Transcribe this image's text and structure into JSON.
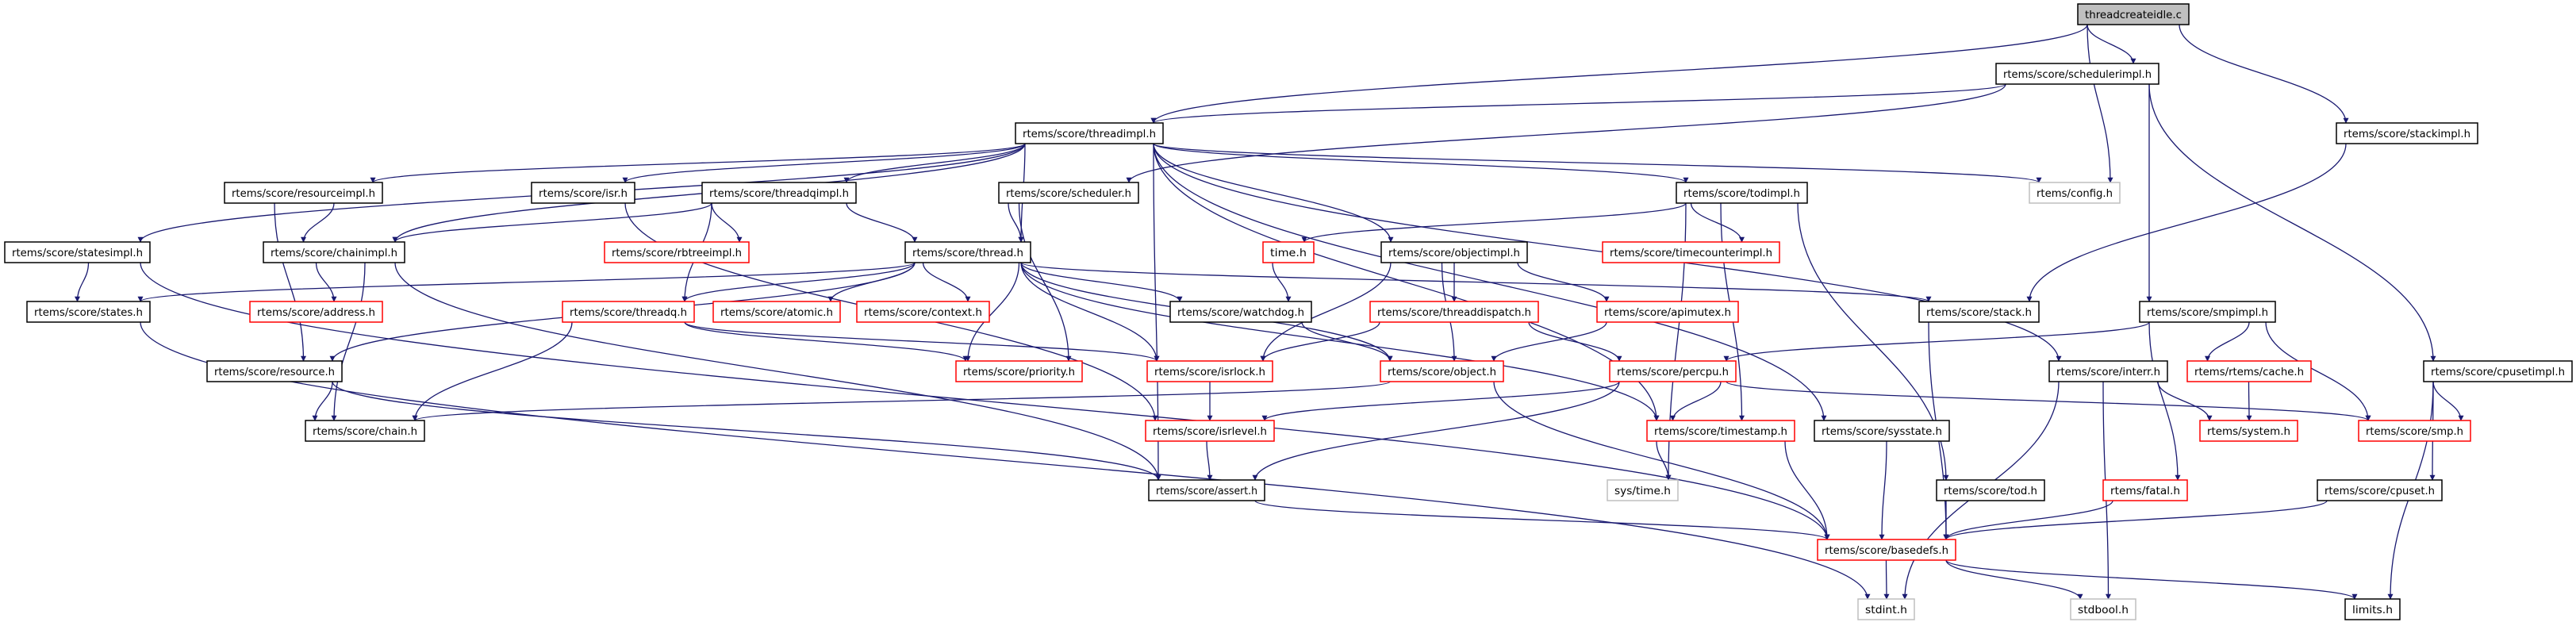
{
  "graph": {
    "colors": {
      "edge": "#191970",
      "normal_border": "#000000",
      "missing_border": "#ff0000",
      "external_border": "#bfbfbf",
      "root_fill": "#bfbfbf"
    },
    "nodes": [
      {
        "id": "root",
        "label": "threadcreateidle.c",
        "kind": "root"
      },
      {
        "id": "schedulerimpl",
        "label": "rtems/score/schedulerimpl.h",
        "kind": "normal"
      },
      {
        "id": "threadimpl",
        "label": "rtems/score/threadimpl.h",
        "kind": "normal"
      },
      {
        "id": "stackimpl",
        "label": "rtems/score/stackimpl.h",
        "kind": "normal"
      },
      {
        "id": "resourceimpl",
        "label": "rtems/score/resourceimpl.h",
        "kind": "normal"
      },
      {
        "id": "isr",
        "label": "rtems/score/isr.h",
        "kind": "normal"
      },
      {
        "id": "threadqimpl",
        "label": "rtems/score/threadqimpl.h",
        "kind": "normal"
      },
      {
        "id": "scheduler",
        "label": "rtems/score/scheduler.h",
        "kind": "normal"
      },
      {
        "id": "todimpl",
        "label": "rtems/score/todimpl.h",
        "kind": "normal"
      },
      {
        "id": "config",
        "label": "rtems/config.h",
        "kind": "external"
      },
      {
        "id": "statesimpl",
        "label": "rtems/score/statesimpl.h",
        "kind": "normal"
      },
      {
        "id": "chainimpl",
        "label": "rtems/score/chainimpl.h",
        "kind": "normal"
      },
      {
        "id": "rbtreeimpl",
        "label": "rtems/score/rbtreeimpl.h",
        "kind": "missing"
      },
      {
        "id": "thread",
        "label": "rtems/score/thread.h",
        "kind": "normal"
      },
      {
        "id": "time",
        "label": "time.h",
        "kind": "missing"
      },
      {
        "id": "objectimpl",
        "label": "rtems/score/objectimpl.h",
        "kind": "normal"
      },
      {
        "id": "timecounterimpl",
        "label": "rtems/score/timecounterimpl.h",
        "kind": "missing"
      },
      {
        "id": "states",
        "label": "rtems/score/states.h",
        "kind": "normal"
      },
      {
        "id": "address",
        "label": "rtems/score/address.h",
        "kind": "missing"
      },
      {
        "id": "threadq",
        "label": "rtems/score/threadq.h",
        "kind": "missing"
      },
      {
        "id": "atomic",
        "label": "rtems/score/atomic.h",
        "kind": "missing"
      },
      {
        "id": "context",
        "label": "rtems/score/context.h",
        "kind": "missing"
      },
      {
        "id": "watchdog",
        "label": "rtems/score/watchdog.h",
        "kind": "normal"
      },
      {
        "id": "threaddispatch",
        "label": "rtems/score/threaddispatch.h",
        "kind": "missing"
      },
      {
        "id": "apimutex",
        "label": "rtems/score/apimutex.h",
        "kind": "missing"
      },
      {
        "id": "stack",
        "label": "rtems/score/stack.h",
        "kind": "normal"
      },
      {
        "id": "smpimpl",
        "label": "rtems/score/smpimpl.h",
        "kind": "normal"
      },
      {
        "id": "resource",
        "label": "rtems/score/resource.h",
        "kind": "normal"
      },
      {
        "id": "priority",
        "label": "rtems/score/priority.h",
        "kind": "missing"
      },
      {
        "id": "isrlock",
        "label": "rtems/score/isrlock.h",
        "kind": "missing"
      },
      {
        "id": "object",
        "label": "rtems/score/object.h",
        "kind": "missing"
      },
      {
        "id": "percpu",
        "label": "rtems/score/percpu.h",
        "kind": "missing"
      },
      {
        "id": "interr",
        "label": "rtems/score/interr.h",
        "kind": "normal"
      },
      {
        "id": "cache",
        "label": "rtems/rtems/cache.h",
        "kind": "missing"
      },
      {
        "id": "cpusetimpl",
        "label": "rtems/score/cpusetimpl.h",
        "kind": "normal"
      },
      {
        "id": "chain",
        "label": "rtems/score/chain.h",
        "kind": "normal"
      },
      {
        "id": "isrlevel",
        "label": "rtems/score/isrlevel.h",
        "kind": "missing"
      },
      {
        "id": "timestamp",
        "label": "rtems/score/timestamp.h",
        "kind": "missing"
      },
      {
        "id": "sysstate",
        "label": "rtems/score/sysstate.h",
        "kind": "normal"
      },
      {
        "id": "system",
        "label": "rtems/system.h",
        "kind": "missing"
      },
      {
        "id": "smp",
        "label": "rtems/score/smp.h",
        "kind": "missing"
      },
      {
        "id": "assert",
        "label": "rtems/score/assert.h",
        "kind": "normal"
      },
      {
        "id": "systime",
        "label": "sys/time.h",
        "kind": "external"
      },
      {
        "id": "tod",
        "label": "rtems/score/tod.h",
        "kind": "normal"
      },
      {
        "id": "fatal",
        "label": "rtems/fatal.h",
        "kind": "missing"
      },
      {
        "id": "cpuset",
        "label": "rtems/score/cpuset.h",
        "kind": "normal"
      },
      {
        "id": "basedefs",
        "label": "rtems/score/basedefs.h",
        "kind": "missing"
      },
      {
        "id": "stdint",
        "label": "stdint.h",
        "kind": "external"
      },
      {
        "id": "stdbool",
        "label": "stdbool.h",
        "kind": "external"
      },
      {
        "id": "limits",
        "label": "limits.h",
        "kind": "normal"
      }
    ],
    "edges": [
      [
        "root",
        "threadimpl"
      ],
      [
        "root",
        "schedulerimpl"
      ],
      [
        "root",
        "config"
      ],
      [
        "root",
        "stackimpl"
      ],
      [
        "schedulerimpl",
        "threadimpl"
      ],
      [
        "schedulerimpl",
        "scheduler"
      ],
      [
        "schedulerimpl",
        "smpimpl"
      ],
      [
        "schedulerimpl",
        "cpusetimpl"
      ],
      [
        "stackimpl",
        "stack"
      ],
      [
        "threadimpl",
        "statesimpl"
      ],
      [
        "threadimpl",
        "resourceimpl"
      ],
      [
        "threadimpl",
        "chainimpl"
      ],
      [
        "threadimpl",
        "isr"
      ],
      [
        "threadimpl",
        "threadqimpl"
      ],
      [
        "threadimpl",
        "assert"
      ],
      [
        "threadimpl",
        "thread"
      ],
      [
        "threadimpl",
        "objectimpl"
      ],
      [
        "threadimpl",
        "todimpl"
      ],
      [
        "threadimpl",
        "config"
      ],
      [
        "threadimpl",
        "sysstate"
      ],
      [
        "threadimpl",
        "interr"
      ],
      [
        "threadimpl",
        "timestamp"
      ],
      [
        "threadqimpl",
        "chainimpl"
      ],
      [
        "threadqimpl",
        "rbtreeimpl"
      ],
      [
        "threadqimpl",
        "threadq"
      ],
      [
        "threadqimpl",
        "thread"
      ],
      [
        "resourceimpl",
        "chainimpl"
      ],
      [
        "resourceimpl",
        "resource"
      ],
      [
        "isr",
        "isrlevel"
      ],
      [
        "scheduler",
        "thread"
      ],
      [
        "scheduler",
        "priority"
      ],
      [
        "todimpl",
        "time"
      ],
      [
        "todimpl",
        "timecounterimpl"
      ],
      [
        "todimpl",
        "systime"
      ],
      [
        "todimpl",
        "timestamp"
      ],
      [
        "todimpl",
        "tod"
      ],
      [
        "statesimpl",
        "states"
      ],
      [
        "statesimpl",
        "basedefs"
      ],
      [
        "chainimpl",
        "address"
      ],
      [
        "chainimpl",
        "chain"
      ],
      [
        "chainimpl",
        "assert"
      ],
      [
        "thread",
        "states"
      ],
      [
        "thread",
        "resource"
      ],
      [
        "thread",
        "threadq"
      ],
      [
        "thread",
        "atomic"
      ],
      [
        "thread",
        "context"
      ],
      [
        "thread",
        "priority"
      ],
      [
        "thread",
        "isrlock"
      ],
      [
        "thread",
        "watchdog"
      ],
      [
        "thread",
        "object"
      ],
      [
        "thread",
        "stack"
      ],
      [
        "thread",
        "timestamp"
      ],
      [
        "time",
        "watchdog"
      ],
      [
        "objectimpl",
        "isrlock"
      ],
      [
        "objectimpl",
        "threaddispatch"
      ],
      [
        "objectimpl",
        "apimutex"
      ],
      [
        "objectimpl",
        "object"
      ],
      [
        "threaddispatch",
        "isrlock"
      ],
      [
        "threaddispatch",
        "percpu"
      ],
      [
        "apimutex",
        "object"
      ],
      [
        "watchdog",
        "object"
      ],
      [
        "threadq",
        "chain"
      ],
      [
        "threadq",
        "priority"
      ],
      [
        "threadq",
        "isrlock"
      ],
      [
        "states",
        "stdint"
      ],
      [
        "resource",
        "chain"
      ],
      [
        "resource",
        "assert"
      ],
      [
        "isrlock",
        "isrlevel"
      ],
      [
        "object",
        "chain"
      ],
      [
        "object",
        "basedefs"
      ],
      [
        "percpu",
        "isrlevel"
      ],
      [
        "percpu",
        "assert"
      ],
      [
        "percpu",
        "timestamp"
      ],
      [
        "percpu",
        "smp"
      ],
      [
        "isrlevel",
        "assert"
      ],
      [
        "assert",
        "basedefs"
      ],
      [
        "timestamp",
        "systime"
      ],
      [
        "timestamp",
        "basedefs"
      ],
      [
        "sysstate",
        "basedefs"
      ],
      [
        "stack",
        "basedefs"
      ],
      [
        "smpimpl",
        "percpu"
      ],
      [
        "smpimpl",
        "cache"
      ],
      [
        "smpimpl",
        "smp"
      ],
      [
        "smpimpl",
        "fatal"
      ],
      [
        "interr",
        "system"
      ],
      [
        "interr",
        "stdint"
      ],
      [
        "interr",
        "stdbool"
      ],
      [
        "cache",
        "system"
      ],
      [
        "cpusetimpl",
        "smp"
      ],
      [
        "cpusetimpl",
        "cpuset"
      ],
      [
        "cpusetimpl",
        "limits"
      ],
      [
        "tod",
        "basedefs"
      ],
      [
        "fatal",
        "basedefs"
      ],
      [
        "cpuset",
        "basedefs"
      ],
      [
        "basedefs",
        "stdint"
      ],
      [
        "basedefs",
        "stdbool"
      ],
      [
        "basedefs",
        "limits"
      ]
    ]
  }
}
